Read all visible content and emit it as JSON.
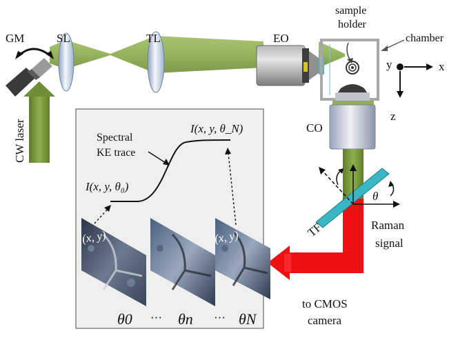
{
  "labels": {
    "gm": "GM",
    "sl": "SL",
    "tl": "TL",
    "eo": "EO",
    "sample_holder_line1": "sample",
    "sample_holder_line2": "holder",
    "chamber": "chamber",
    "axis_y": "y",
    "axis_x": "x",
    "axis_z": "z",
    "cw_laser": "CW laser",
    "co": "CO",
    "spectral_line1": "Spectral",
    "spectral_line2": "KE trace",
    "eq_theta0": "I(x, y, θ₀)",
    "eq_thetaN": "I(x, y, θ_N)",
    "xy_label_1": "(x, y)",
    "xy_label_2": "(x, y)",
    "theta_0": "θ0",
    "dots_1": "···",
    "theta_n": "θn",
    "dots_2": "···",
    "theta_N": "θN",
    "tf": "TF",
    "theta_angle": "θ",
    "raman_line1": "Raman",
    "raman_line2": "signal",
    "cmos_line1": "to CMOS",
    "cmos_line2": "camera"
  },
  "colors": {
    "beam": "#8cab4e",
    "beam_dark": "#5e7a2c",
    "raman": "#ee1111",
    "filter": "#3ab7c4",
    "panel": "#efefef",
    "objective": "#9a9a9a"
  }
}
